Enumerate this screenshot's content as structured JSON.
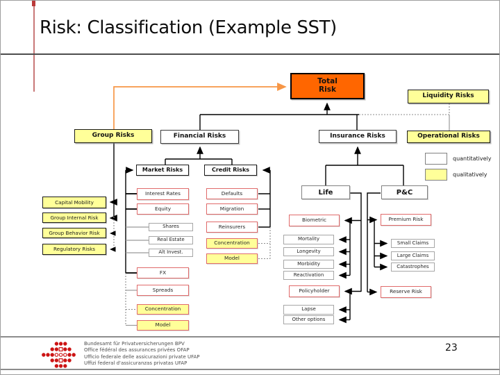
{
  "header": {
    "title": "Risk: Classification (Example SST)"
  },
  "legend": {
    "items": [
      {
        "label": "quantitatively",
        "swatch": "white"
      },
      {
        "label": "qualitatively",
        "swatch": "yellow"
      }
    ]
  },
  "diagram": {
    "nodes": [
      {
        "id": "total-risk",
        "label": "Total\nRisk",
        "kind": "orange"
      },
      {
        "id": "liquidity-risks",
        "label": "Liquidity Risks",
        "kind": "yellow-main"
      },
      {
        "id": "group-risks",
        "label": "Group Risks",
        "kind": "yellow-main"
      },
      {
        "id": "financial-risks",
        "label": "Financial Risks",
        "kind": "white-main"
      },
      {
        "id": "insurance-risks",
        "label": "Insurance Risks",
        "kind": "white-main"
      },
      {
        "id": "operational-risks",
        "label": "Operational Risks",
        "kind": "yellow-main"
      },
      {
        "id": "market-risks",
        "label": "Market Risks",
        "kind": "white-mid"
      },
      {
        "id": "credit-risks",
        "label": "Credit Risks",
        "kind": "white-mid"
      },
      {
        "id": "life",
        "label": "Life",
        "kind": "white-life"
      },
      {
        "id": "pc",
        "label": "P&C",
        "kind": "white-life"
      },
      {
        "id": "capital-mobility",
        "label": "Capital Mobility",
        "kind": "yellow-left"
      },
      {
        "id": "group-internal-risk",
        "label": "Group Internal Risk",
        "kind": "yellow-left"
      },
      {
        "id": "group-behavior-risk",
        "label": "Group Behavior Risk",
        "kind": "yellow-left"
      },
      {
        "id": "regulatory-risks",
        "label": "Regulatory Risks",
        "kind": "yellow-left"
      },
      {
        "id": "interest-rates",
        "label": "Interest Rates",
        "kind": "sub-red"
      },
      {
        "id": "equity",
        "label": "Equity",
        "kind": "sub-red"
      },
      {
        "id": "shares",
        "label": "Shares",
        "kind": "sub-gray"
      },
      {
        "id": "real-estate",
        "label": "Real Estate",
        "kind": "sub-gray"
      },
      {
        "id": "alt-invest",
        "label": "Alt Invest.",
        "kind": "sub-gray"
      },
      {
        "id": "fx",
        "label": "FX",
        "kind": "sub-red"
      },
      {
        "id": "spreads",
        "label": "Spreads",
        "kind": "sub-red"
      },
      {
        "id": "concentration-market",
        "label": "Concentration",
        "kind": "sub-yellow"
      },
      {
        "id": "model-market",
        "label": "Model",
        "kind": "sub-yellow"
      },
      {
        "id": "defaults",
        "label": "Defaults",
        "kind": "sub-red"
      },
      {
        "id": "migration",
        "label": "Migration",
        "kind": "sub-red"
      },
      {
        "id": "reinsurers",
        "label": "Reinsurers",
        "kind": "sub-red"
      },
      {
        "id": "concentration-credit",
        "label": "Concentration",
        "kind": "sub-yellow"
      },
      {
        "id": "model-credit",
        "label": "Model",
        "kind": "sub-yellow"
      },
      {
        "id": "biometric",
        "label": "Biometric",
        "kind": "sub-red"
      },
      {
        "id": "mortality",
        "label": "Mortality",
        "kind": "sub-gray"
      },
      {
        "id": "longevity",
        "label": "Longevity",
        "kind": "sub-gray"
      },
      {
        "id": "morbidity",
        "label": "Morbidity",
        "kind": "sub-gray"
      },
      {
        "id": "reactivation",
        "label": "Reactivation",
        "kind": "sub-gray"
      },
      {
        "id": "policyholder",
        "label": "Policyholder",
        "kind": "sub-red"
      },
      {
        "id": "lapse",
        "label": "Lapse",
        "kind": "sub-gray"
      },
      {
        "id": "other-options",
        "label": "Other options",
        "kind": "sub-gray"
      },
      {
        "id": "premium-risk",
        "label": "Premium Risk",
        "kind": "sub-red"
      },
      {
        "id": "small-claims",
        "label": "Small Claims",
        "kind": "sub-gray"
      },
      {
        "id": "large-claims",
        "label": "Large Claims",
        "kind": "sub-gray"
      },
      {
        "id": "catastrophes",
        "label": "Catastrophes",
        "kind": "sub-gray"
      },
      {
        "id": "reserve-risk",
        "label": "Reserve Risk",
        "kind": "sub-red"
      }
    ]
  },
  "colors": {
    "accent_orange": "#ff6600",
    "arrow_orange": "#f79646",
    "pale_yellow": "#ffff99",
    "red_box_border": "#e06a6a",
    "logo_red": "#cc1414"
  },
  "footer": {
    "lines": [
      "Bundesamt für Privatversicherungen BPV",
      "Office fédéral des assurances privées OFAP",
      "Ufficio federale delle assicurazioni private UFAP",
      "Uffizi federal d'assicuranzas privatas UFAP"
    ],
    "page_number": "23"
  }
}
